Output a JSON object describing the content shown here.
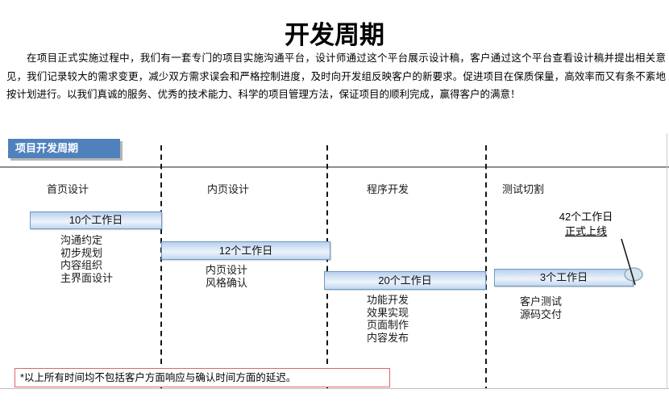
{
  "page": {
    "title": "开发周期",
    "intro": "在项目正式实施过程中，我们有一套专门的项目实施沟通平台，设计师通过这个平台展示设计稿，客户通过这个平台查看设计稿并提出相关意见，我们记录较大的需求变更，减少双方需求误会和严格控制进度，及时向开发组反映客户的新要求。促进项目在保质保量，高效率而又有条不紊地按计划进行。以我们真诚的服务、优秀的技术能力、科学的项目管理方法，保证项目的顺利完成，赢得客户的满意！",
    "section_header": "项目开发周期",
    "footnote": "*以上所有时间均不包括客户方面响应与确认时间方面的延迟。"
  },
  "phases": [
    {
      "name": "首页设计",
      "duration": "10个工作日",
      "tasks": [
        "沟通约定",
        "初步规划",
        "内容组织",
        "主界面设计"
      ]
    },
    {
      "name": "内页设计",
      "duration": "12个工作日",
      "tasks": [
        "内页设计",
        "风格确认"
      ]
    },
    {
      "name": "程序开发",
      "duration": "20个工作日",
      "tasks": [
        "功能开发",
        "效果实现",
        "页面制作",
        "内容发布"
      ]
    },
    {
      "name": "测试切割",
      "duration": "3个工作日",
      "tasks": [
        "客户测试",
        "源码交付"
      ]
    }
  ],
  "annotation": {
    "total_duration": "42个工作日",
    "milestone": "正式上线"
  },
  "colors": {
    "section_badge": "#4f81bd",
    "bar_border": "#6f98c7",
    "bar_fill_light": "#ecf3fb",
    "bar_fill_dark": "#b7cfed",
    "footnote_border": "#e06666",
    "divider_gray": "#8e8e8e",
    "dash_black": "#141414",
    "milestone_marker_fill": "#d3e4ec"
  }
}
